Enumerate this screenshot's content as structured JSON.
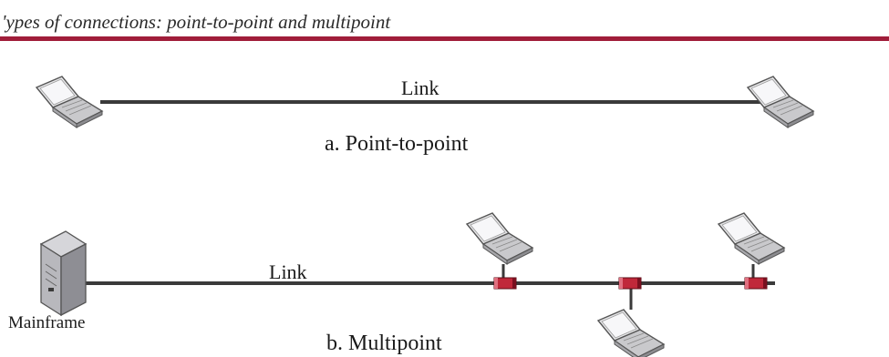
{
  "title": "'ypes of connections: point-to-point and multipoint",
  "colors": {
    "accent_rule": "#a01d3a",
    "tap": "#c0283a",
    "line": "#3a3a3a"
  },
  "point_to_point": {
    "link_label": "Link",
    "caption": "a. Point-to-point",
    "devices": [
      "laptop-icon",
      "laptop-icon"
    ]
  },
  "multipoint": {
    "link_label": "Link",
    "host_label": "Mainframe",
    "caption": "b. Multipoint",
    "devices": [
      "mainframe-icon",
      "laptop-icon",
      "laptop-icon",
      "laptop-icon"
    ]
  }
}
